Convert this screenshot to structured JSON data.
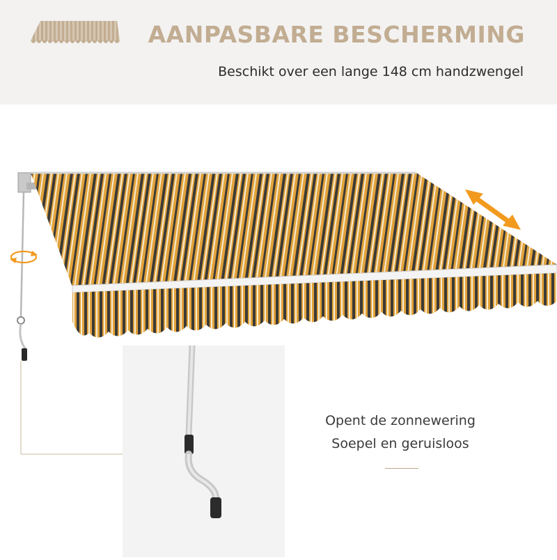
{
  "header": {
    "title": "AANPASBARE BESCHERMING",
    "subtitle": "Beschikt over een lange 148 cm handzwengel"
  },
  "caption": {
    "line1": "Opent de zonnewering",
    "line2": "Soepel en geruisloos"
  },
  "icons": {
    "logo": "awning-logo-icon",
    "resize": "double-arrow-icon",
    "rotate": "rotate-icon"
  },
  "colors": {
    "title": "#c2ad92",
    "accent_orange": "#f29a1e",
    "stripe_yellow": "#e2a23a",
    "stripe_dark": "#3b3a36",
    "stripe_cream": "#f4ecd5"
  }
}
